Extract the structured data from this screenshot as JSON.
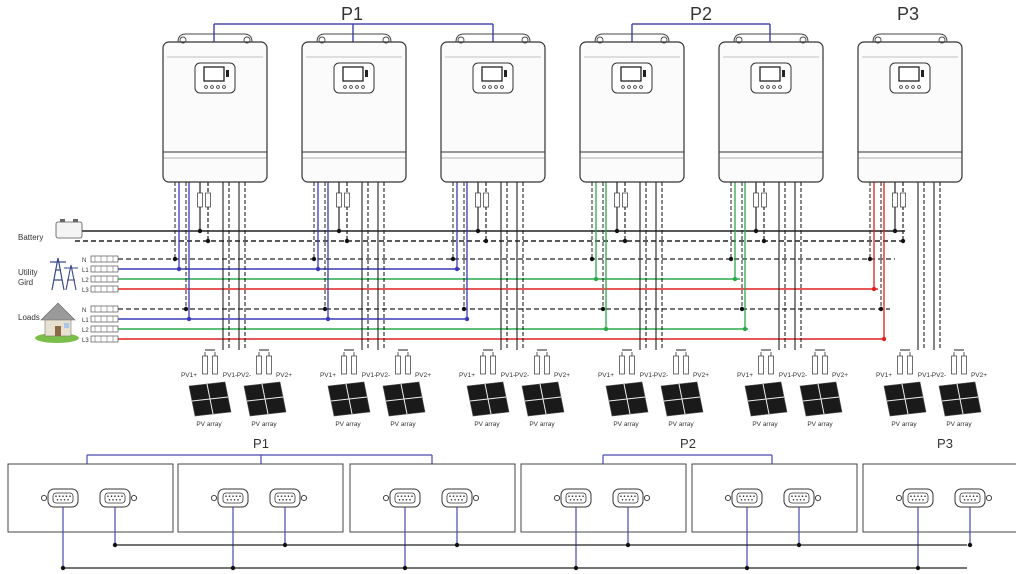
{
  "group_labels": {
    "top_p1": "P1",
    "top_p2": "P2",
    "top_p3": "P3",
    "bottom_p1": "P1",
    "bottom_p2": "P2",
    "bottom_p3": "P3"
  },
  "side_labels": {
    "battery": "Battery",
    "utility_line1": "Utility",
    "utility_line2": "Gird",
    "loads": "Loads"
  },
  "bus_labels": [
    "N",
    "L1",
    "L2",
    "L3"
  ],
  "pv_labels": {
    "pv1_plus": "PV1+",
    "pv1_minus": "PV1-",
    "pv2_minus": "PV2-",
    "pv2_plus": "PV2+",
    "pv_array": "PV array"
  },
  "colors": {
    "frame": "#333333",
    "link": "#4a4ab0",
    "l1": "#3a3ab8",
    "l2": "#2aa84a",
    "l3": "#e02020"
  }
}
